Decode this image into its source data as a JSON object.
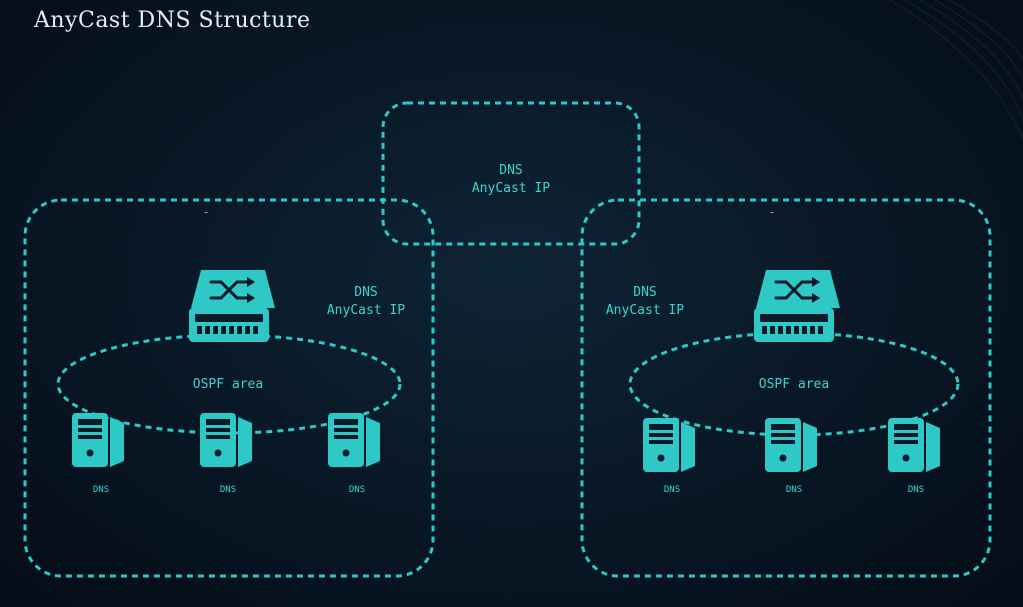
{
  "title": "AnyCast DNS Structure",
  "center_box": {
    "line1": "DNS",
    "line2": "AnyCast IP"
  },
  "left_site": {
    "top_mark": "-",
    "anycast": {
      "line1": "DNS",
      "line2": "AnyCast IP"
    },
    "ospf_label": "OSPF area",
    "servers": [
      "DNS",
      "DNS",
      "DNS"
    ]
  },
  "right_site": {
    "top_mark": "-",
    "anycast": {
      "line1": "DNS",
      "line2": "AnyCast IP"
    },
    "ospf_label": "OSPF area",
    "servers": [
      "DNS",
      "DNS",
      "DNS"
    ]
  },
  "colors": {
    "accent": "#2ec8c6",
    "title": "#e8eef2",
    "background": "#07121f"
  }
}
